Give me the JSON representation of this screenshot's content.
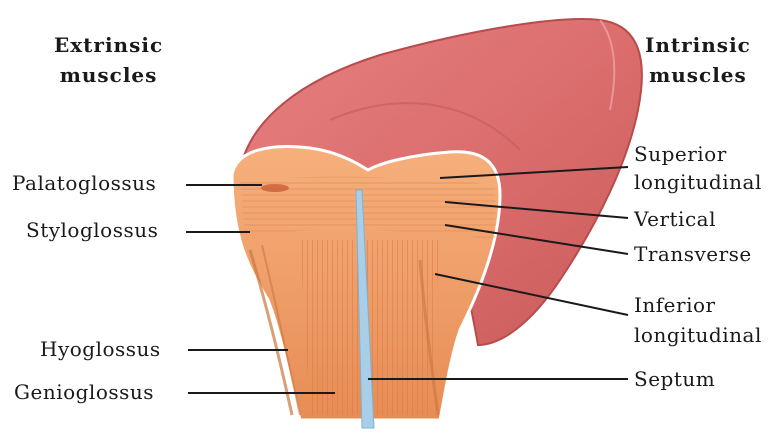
{
  "headings": {
    "extrinsic": [
      "Extrinsic",
      "muscles"
    ],
    "intrinsic": [
      "Intrinsic",
      "muscles"
    ]
  },
  "labels": {
    "palatoglossus": "Palatoglossus",
    "styloglossus": "Styloglossus",
    "hyoglossus": "Hyoglossus",
    "genioglossus": "Genioglossus",
    "superior_longitudinal": [
      "Superior",
      "longitudinal"
    ],
    "vertical": "Vertical",
    "transverse": "Transverse",
    "inferior_longitudinal": [
      "Inferior",
      "longitudinal"
    ],
    "septum": "Septum"
  },
  "colors": {
    "tongue_surface": "#d96a6a",
    "tongue_edge": "#b84b4b",
    "muscle": "#f2a06a",
    "muscle_dark": "#d97a45",
    "septum": "#a9cfe8",
    "leader_line": "#1a1a1a"
  }
}
